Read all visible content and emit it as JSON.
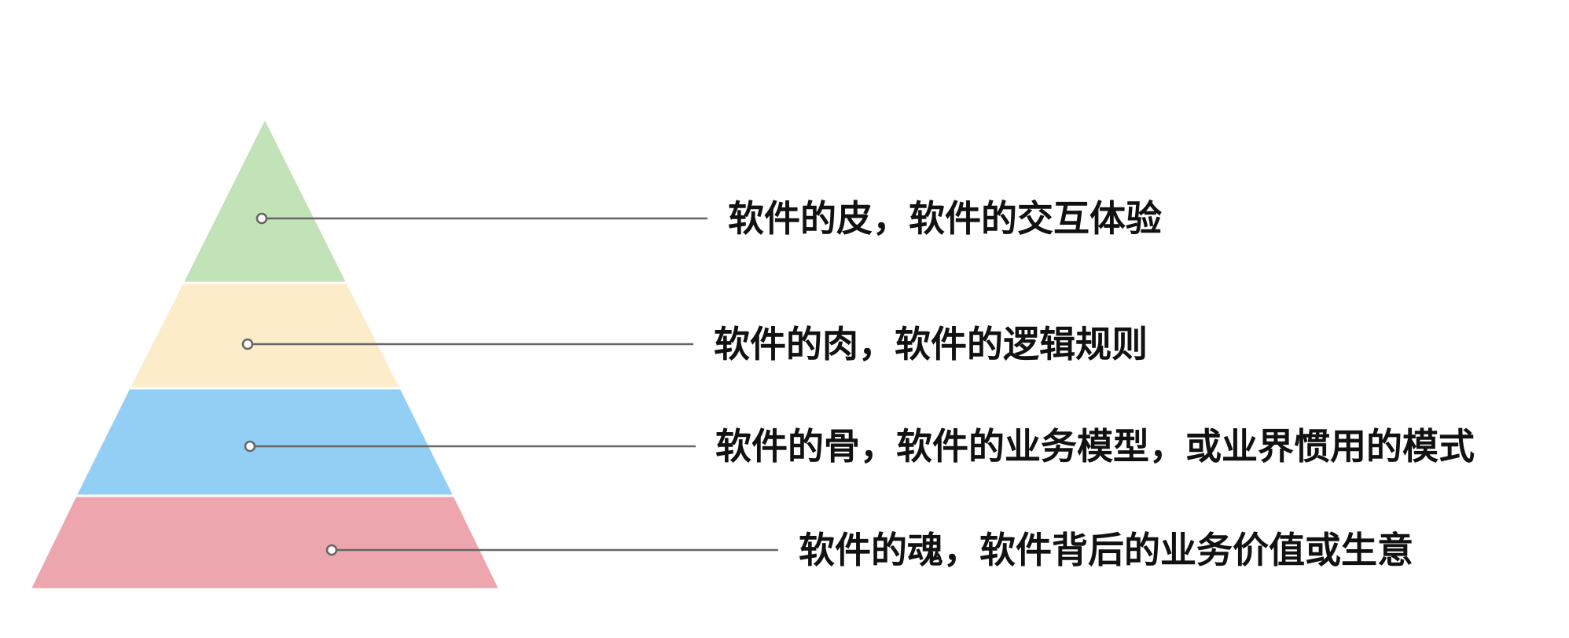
{
  "diagram": {
    "type": "pyramid",
    "layers": [
      {
        "label": "软件的皮，软件的交互体验",
        "color": "#c2e2b7"
      },
      {
        "label": "软件的肉，软件的逻辑规则",
        "color": "#fcecca"
      },
      {
        "label": "软件的骨，软件的业务模型，或业界惯用的模式",
        "color": "#93cff4"
      },
      {
        "label": "软件的魂，软件背后的业务价值或生意",
        "color": "#eda6ae"
      }
    ]
  }
}
